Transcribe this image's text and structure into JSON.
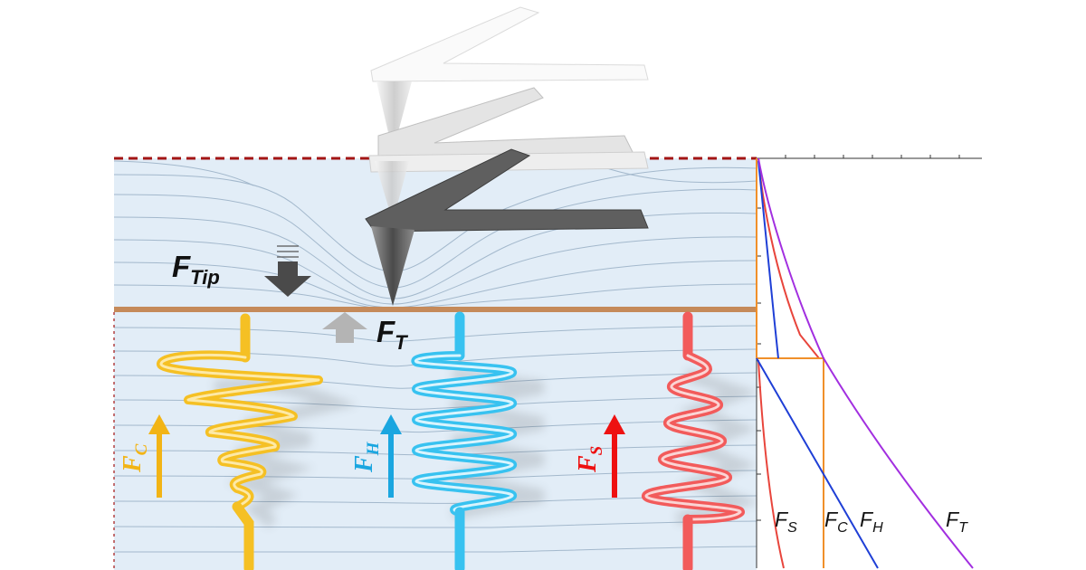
{
  "labels": {
    "f_tip": {
      "main": "F",
      "sub": "Tip"
    },
    "f_t": {
      "main": "F",
      "sub": "T"
    },
    "f_c": {
      "main": "F",
      "sub": "C"
    },
    "f_h": {
      "main": "F",
      "sub": "H"
    },
    "f_s": {
      "main": "F",
      "sub": "S"
    }
  },
  "graph_legend": {
    "fs": {
      "main": "F",
      "sub": "S"
    },
    "fc": {
      "main": "F",
      "sub": "C"
    },
    "fh": {
      "main": "F",
      "sub": "H"
    },
    "ft": {
      "main": "F",
      "sub": "T"
    }
  },
  "colors": {
    "medium": "#e2edf7",
    "surface": "#c58a5a",
    "dashed_line": "#a31515",
    "spring_c": "#f5c024",
    "spring_h": "#38c2f0",
    "spring_s": "#f25b5b",
    "curve_s": "#e8453c",
    "curve_c": "#f0902a",
    "curve_h": "#1f3fd6",
    "curve_t": "#a22fe0"
  },
  "chart_data": {
    "type": "line",
    "title": "",
    "xlabel": "",
    "ylabel": "",
    "series": [
      {
        "name": "F_S"
      },
      {
        "name": "F_C"
      },
      {
        "name": "F_H"
      },
      {
        "name": "F_T"
      }
    ]
  }
}
